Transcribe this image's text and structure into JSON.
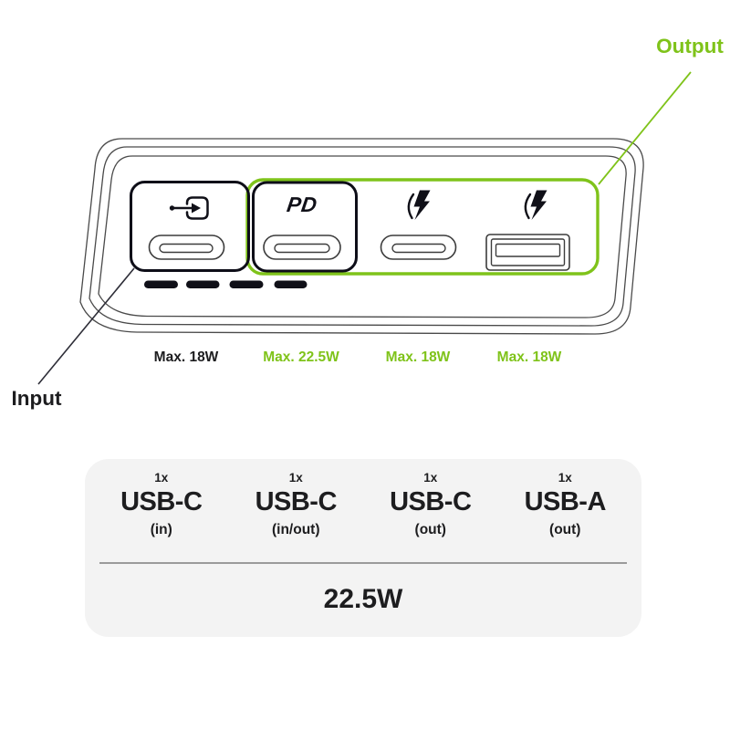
{
  "colors": {
    "accent_green": "#7fc31a",
    "dark_text": "#1d1d1f",
    "panel_background": "#f3f3f3",
    "outline_gray": "#4a4a4a",
    "border_black": "#0e0e18"
  },
  "annotations": {
    "output_label": "Output",
    "input_label": "Input"
  },
  "device": {
    "pd_badge": "PD",
    "icons": [
      {
        "name": "usb-input-icon",
        "meaning": "power input (arrow into socket)"
      },
      {
        "name": "fast-charge-icon",
        "meaning": "fast charge lightning bolt"
      },
      {
        "name": "fast-charge-icon",
        "meaning": "fast charge lightning bolt"
      }
    ],
    "battery_indicator_segments": 4
  },
  "max_labels": [
    {
      "text": "Max. 18W",
      "color": "#1d1d1f"
    },
    {
      "text": "Max. 22.5W",
      "color": "#7fc31a"
    },
    {
      "text": "Max. 18W",
      "color": "#7fc31a"
    },
    {
      "text": "Max. 18W",
      "color": "#7fc31a"
    }
  ],
  "spec_panel": {
    "columns": [
      {
        "qty": "1x",
        "name": "USB-C",
        "mode": "(in)"
      },
      {
        "qty": "1x",
        "name": "USB-C",
        "mode": "(in/out)"
      },
      {
        "qty": "1x",
        "name": "USB-C",
        "mode": "(out)"
      },
      {
        "qty": "1x",
        "name": "USB-A",
        "mode": "(out)"
      }
    ],
    "total_power": "22.5W"
  }
}
